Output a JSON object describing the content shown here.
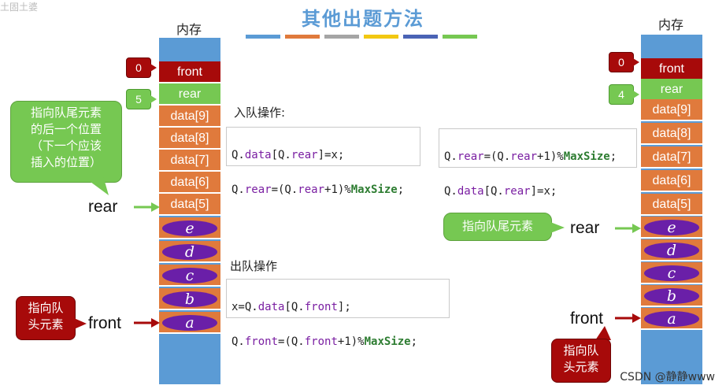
{
  "title": "其他出题方法",
  "topleft_text": "土固土婆",
  "colors": [
    "#5b9bd5",
    "#e07a3c",
    "#a5a5a5",
    "#f2c811",
    "#4a63b5",
    "#76c852"
  ],
  "memory_label": "内存",
  "left_mem": {
    "flag_front": "0",
    "flag_rear": "5",
    "cells": [
      "front",
      "rear",
      "data[9]",
      "data[8]",
      "data[7]",
      "data[6]",
      "data[5]"
    ],
    "elems": [
      "e",
      "d",
      "c",
      "b",
      "a"
    ]
  },
  "right_mem": {
    "flag_front": "0",
    "flag_rear": "4",
    "cells": [
      "front",
      "rear",
      "data[9]",
      "data[8]",
      "data[7]",
      "data[6]",
      "data[5]"
    ],
    "elems": [
      "e",
      "d",
      "c",
      "b",
      "a"
    ]
  },
  "enqueue_label": "入队操作:",
  "enqueue_code_left": {
    "line1": {
      "a": "Q.",
      "b": "data",
      "c": "[Q.",
      "d": "rear",
      "e": "]=x;"
    },
    "line2": {
      "a": "Q.",
      "b": "rear",
      "c": "=(Q.",
      "d": "rear",
      "e": "+1)%",
      "f": "MaxSize",
      "g": ";"
    }
  },
  "enqueue_code_right": {
    "line1": {
      "a": "Q.",
      "b": "rear",
      "c": "=(Q.",
      "d": "rear",
      "e": "+1)%",
      "f": "MaxSize",
      "g": ";"
    },
    "line2": {
      "a": "Q.",
      "b": "data",
      "c": "[Q.",
      "d": "rear",
      "e": "]=x;"
    }
  },
  "dequeue_label": "出队操作",
  "dequeue_code": {
    "line1": {
      "a": "x=Q.",
      "b": "data",
      "c": "[Q.",
      "d": "front",
      "e": "];"
    },
    "line2": {
      "a": "Q.",
      "b": "front",
      "c": "=(Q.",
      "d": "front",
      "e": "+1)%",
      "f": "MaxSize",
      "g": ";"
    }
  },
  "left_bubble": "指向队尾元素\n的后一个位置\n（下一个应该\n插入的位置）",
  "left_front_bubble": "指向队\n头元素",
  "right_rear_bubble": "指向队尾元素",
  "right_front_bubble": "指向队\n头元素",
  "rear_label": "rear",
  "front_label": "front",
  "watermark": "CSDN @静静www"
}
